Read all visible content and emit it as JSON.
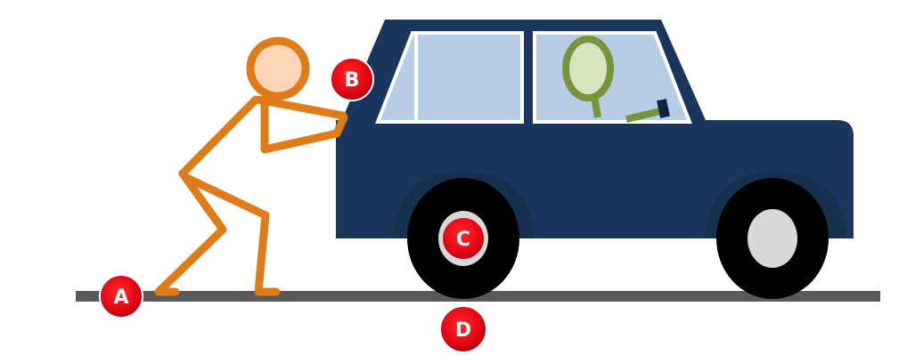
{
  "diagram": {
    "description": "Stick figure pushing a car; labeled points A, B, C, D",
    "colors": {
      "background": "#ffffff",
      "ground": "#595959",
      "person_stroke": "#e07b1a",
      "person_head_fill": "#fbd5b5",
      "car_body": "#1b365d",
      "car_body_shadow": "#16304f",
      "window_fill": "#b8cce4",
      "window_frame": "#ffffff",
      "tire": "#000000",
      "hubcap": "#d9d9d9",
      "driver": "#77933c",
      "driver_head_fill": "#d7e4bd",
      "steering": "#0f2440",
      "marker_fill": "#e30613",
      "marker_text": "#ffffff"
    },
    "markers": [
      {
        "id": "A",
        "label": "A",
        "meaning": "person's foot on ground"
      },
      {
        "id": "B",
        "label": "B",
        "meaning": "person's hands on car"
      },
      {
        "id": "C",
        "label": "C",
        "meaning": "car wheel axle"
      },
      {
        "id": "D",
        "label": "D",
        "meaning": "wheel contact with ground"
      }
    ]
  }
}
